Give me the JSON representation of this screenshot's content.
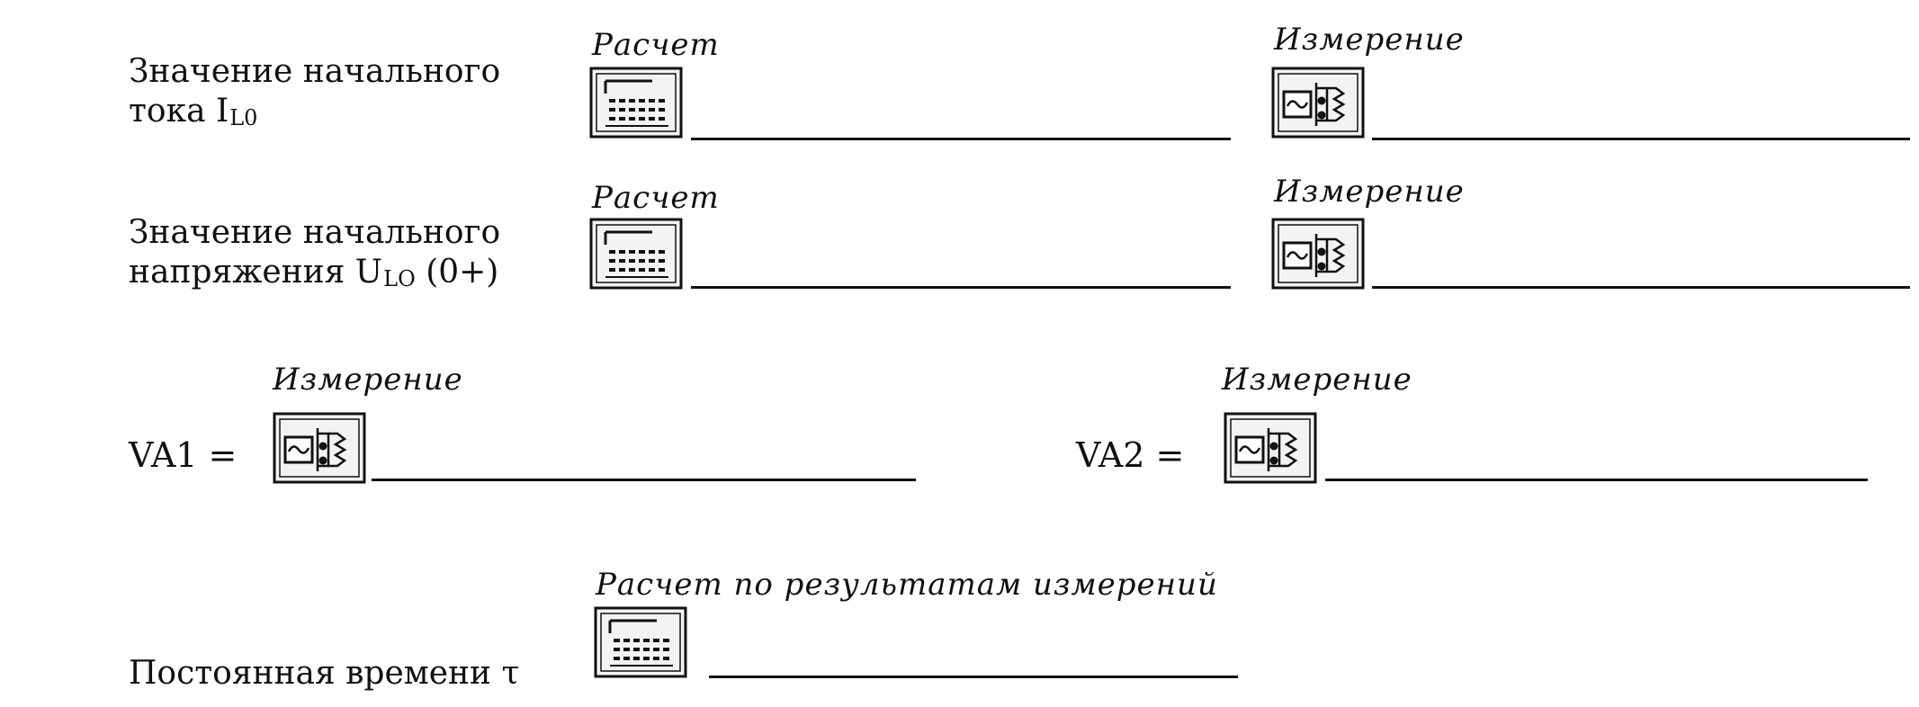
{
  "row1": {
    "label_line1": "Значение начального",
    "label_line2_prefix": "тока I",
    "label_line2_sub": "L0",
    "calc_caption": "Расчет",
    "measure_caption": "Измерение",
    "calc_icon": "calculator-icon",
    "measure_icon": "oscilloscope-icon"
  },
  "row2": {
    "label_line1": "Значение начального",
    "label_line2_prefix": "напряжения U",
    "label_line2_sub": "LO",
    "label_line2_suffix": " (0+)",
    "calc_caption": "Расчет",
    "measure_caption": "Измерение",
    "calc_icon": "calculator-icon",
    "measure_icon": "oscilloscope-icon"
  },
  "row3": {
    "va1_label": "VA1 =",
    "va1_caption": "Измерение",
    "va2_label": "VA2 =",
    "va2_caption": "Измерение",
    "measure_icon": "oscilloscope-icon"
  },
  "row4": {
    "label": "Постоянная времени τ",
    "caption": "Расчет по результатам измерений",
    "calc_icon": "calculator-icon"
  }
}
